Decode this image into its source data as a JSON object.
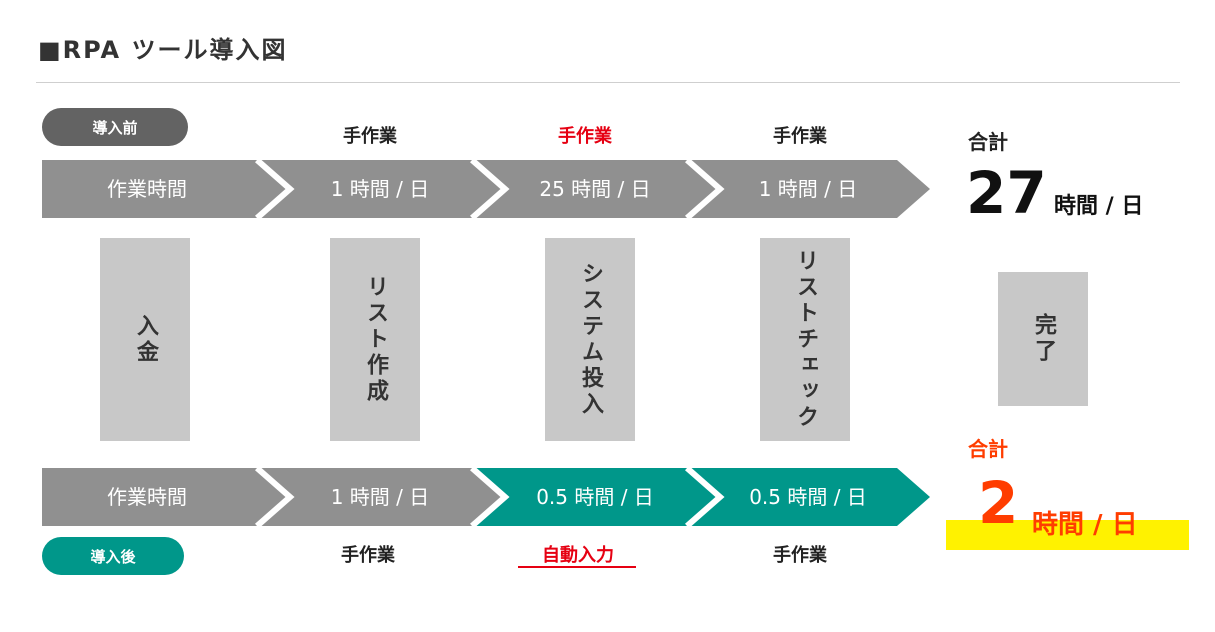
{
  "title": "■RPA ツール導入図",
  "before": {
    "badge": "導入前",
    "badge_color": "#636363",
    "labels": [
      "手作業",
      "手作業",
      "手作業"
    ],
    "arrow_head": "作業時間",
    "arrow_values": [
      "1 時間 / 日",
      "25 時間 / 日",
      "1 時間 / 日"
    ],
    "total_label": "合計",
    "total_value": "27",
    "total_unit": "時間 / 日"
  },
  "steps": [
    "入金",
    "リスト作成",
    "システム投入",
    "リストチェック",
    "完了"
  ],
  "after": {
    "badge": "導入後",
    "badge_color": "#00978a",
    "labels": [
      "手作業",
      "自動入力",
      "手作業"
    ],
    "arrow_head": "作業時間",
    "arrow_values": [
      "1 時間 / 日",
      "0.5 時間 / 日",
      "0.5 時間 / 日"
    ],
    "total_label": "合計",
    "total_value": "2",
    "total_unit": "時間 / 日"
  },
  "colors": {
    "gray_arrow": "#909090",
    "teal_arrow": "#00978a",
    "step_box": "#c8c8c8",
    "accent_red": "#e60012",
    "total_orange": "#ff3d00",
    "highlight": "#fff200"
  }
}
